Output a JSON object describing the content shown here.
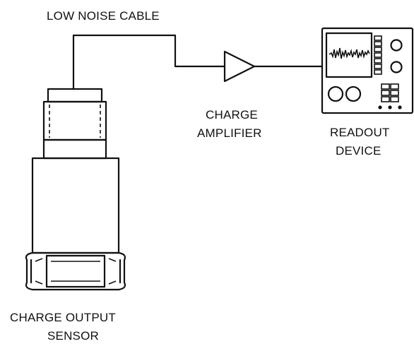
{
  "labels": {
    "cable": "LOW NOISE CABLE",
    "amplifier": [
      "CHARGE",
      "AMPLIFIER"
    ],
    "readout": [
      "READOUT",
      "DEVICE"
    ],
    "sensor": [
      "CHARGE OUTPUT",
      "SENSOR"
    ]
  },
  "colors": {
    "line": "#111111",
    "background": "#ffffff"
  },
  "icons": [
    "waveform-icon",
    "knob-icon",
    "segment-display-icon",
    "indicator-light-icon",
    "hex-nut-icon",
    "amplifier-triangle-icon"
  ]
}
